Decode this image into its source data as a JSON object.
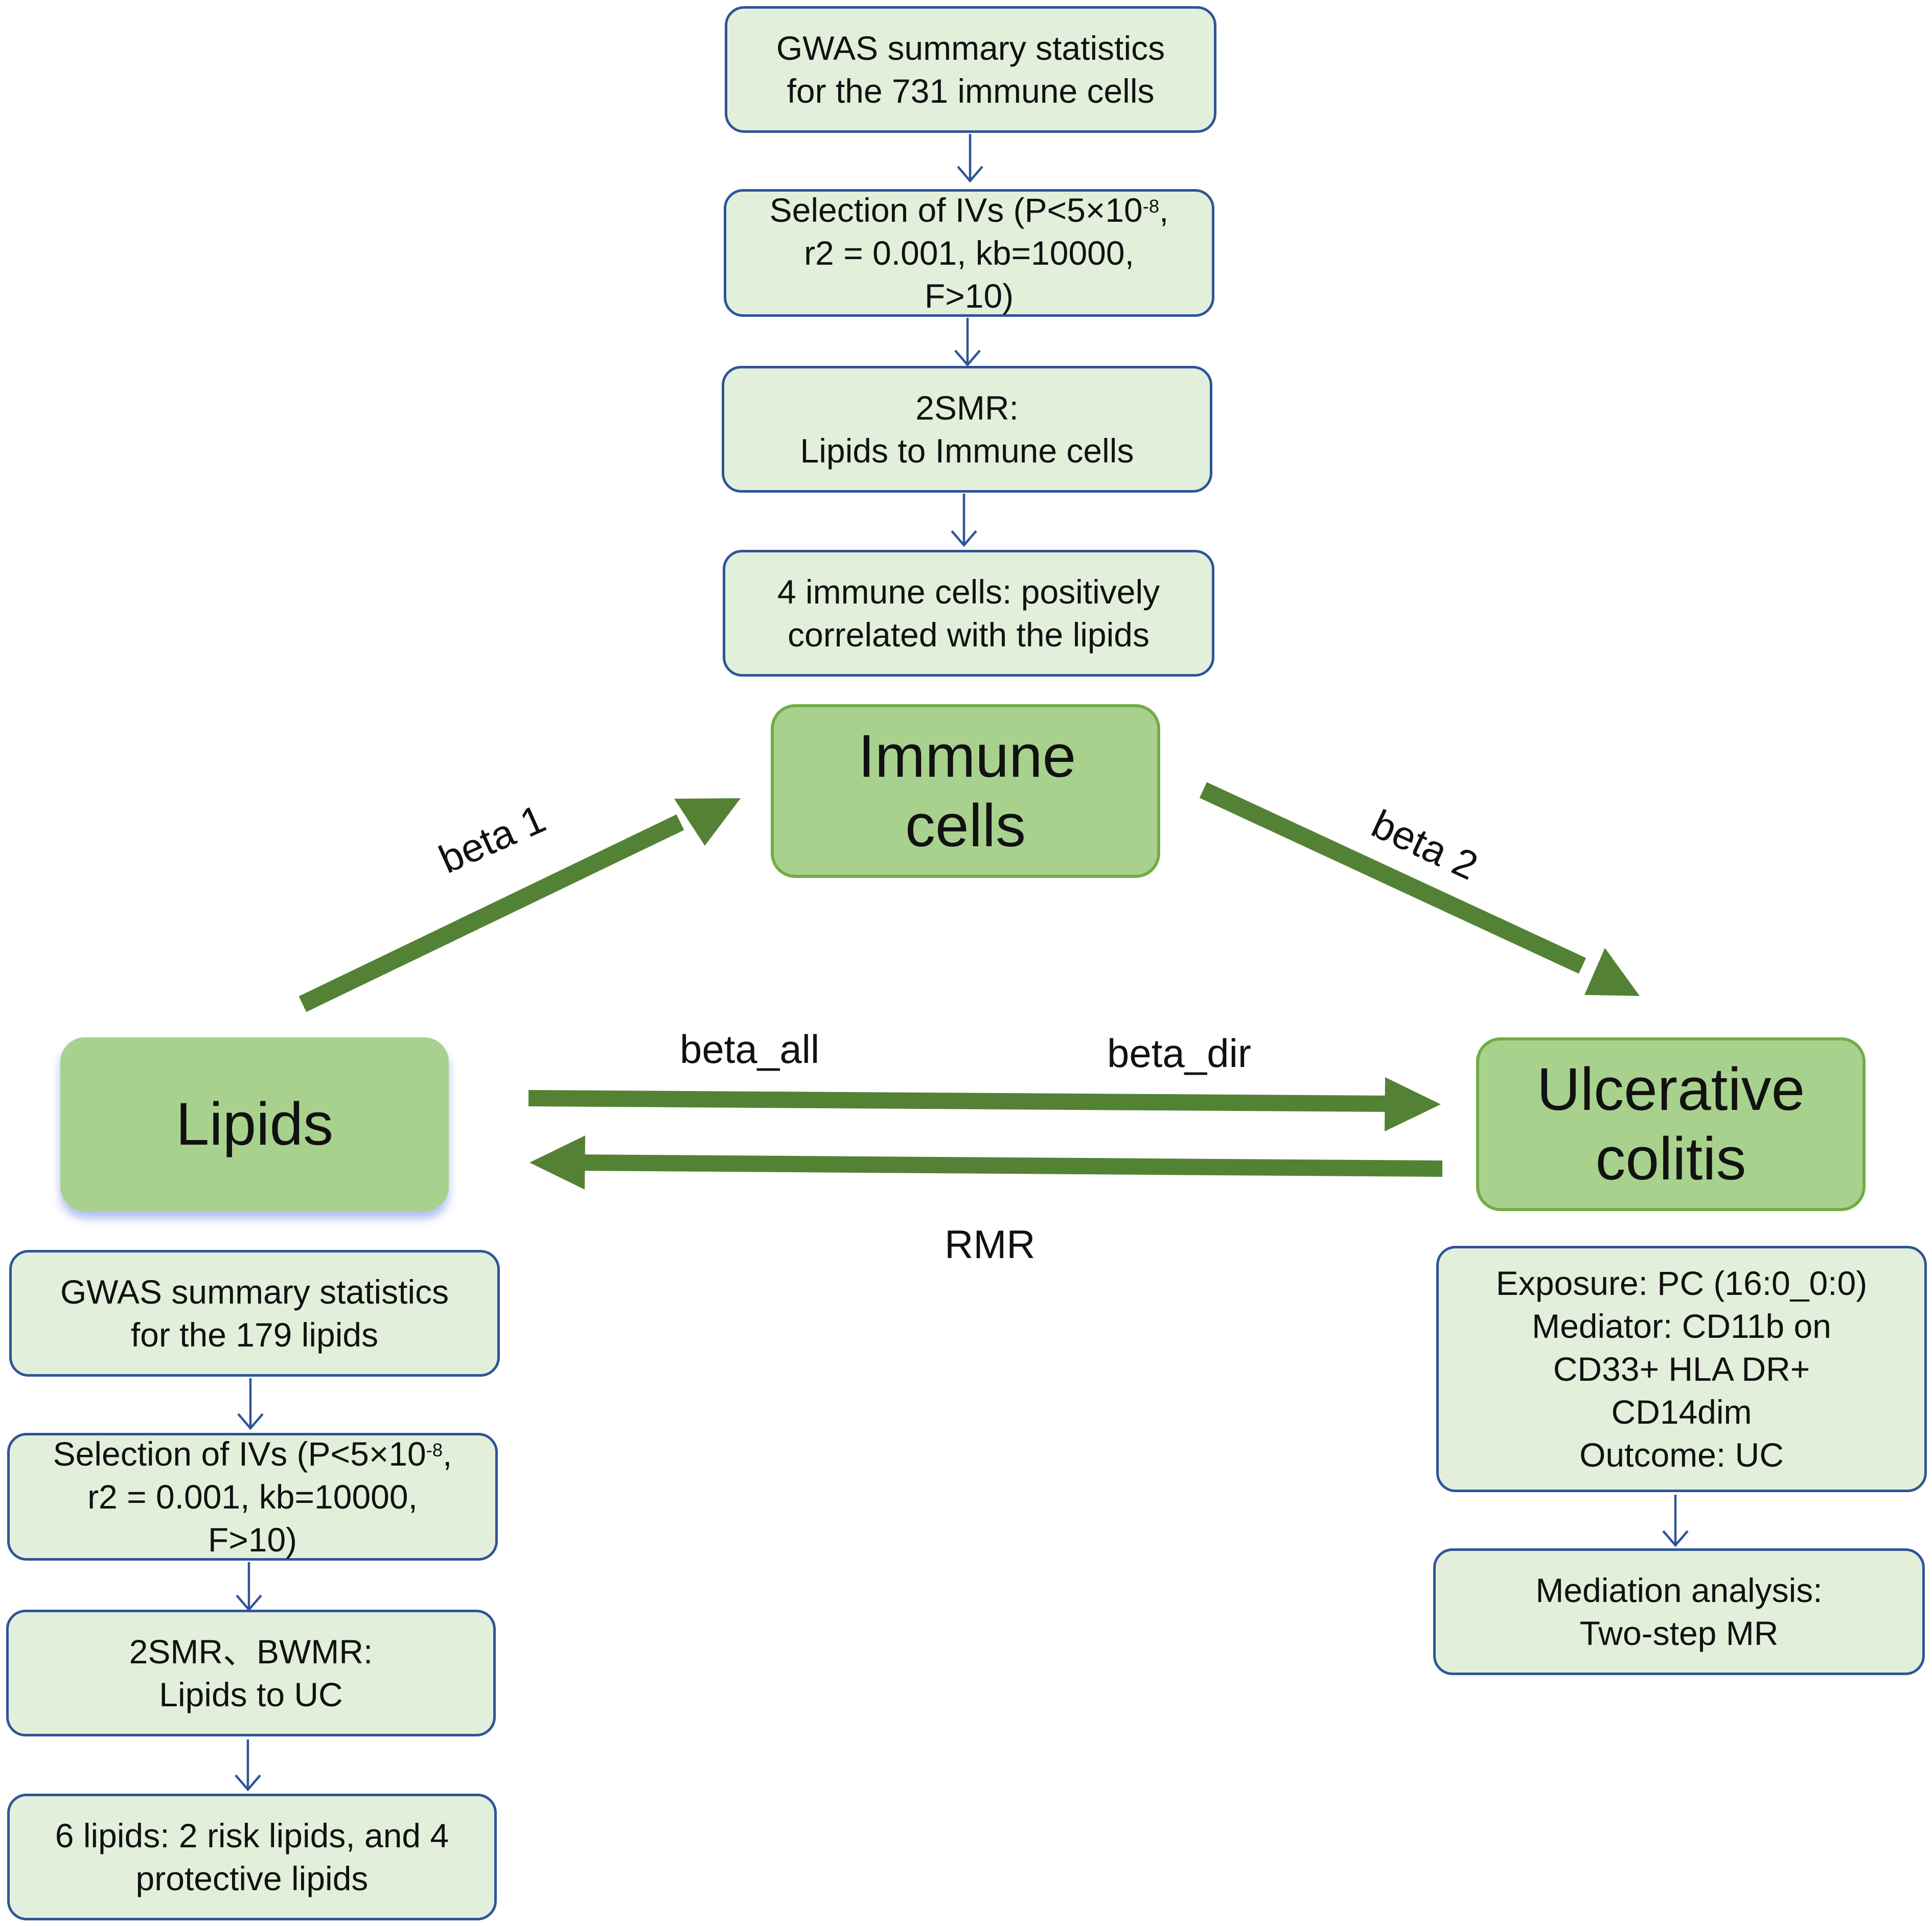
{
  "nodes": {
    "immune": "Immune cells",
    "lipids": "Lipids",
    "uc": "Ulcerative colitis"
  },
  "top_column": {
    "gwas": [
      "GWAS summary statistics",
      "for the 731 immune cells"
    ],
    "selection": {
      "line1_prefix": "Selection of IVs (P<5×10",
      "line1_sup": "-8",
      "line1_suffix": ",",
      "line2": "r2 = 0.001, kb=10000,",
      "line3": "F>10)"
    },
    "smr": [
      "2SMR:",
      "Lipids to Immune cells"
    ],
    "result": [
      "4 immune cells: positively",
      "correlated with the lipids"
    ]
  },
  "left_column": {
    "gwas": [
      "GWAS summary statistics",
      "for the 179 lipids"
    ],
    "selection": {
      "line1_prefix": "Selection of IVs (P<5×10",
      "line1_sup": "-8",
      "line1_suffix": ",",
      "line2": "r2 = 0.001, kb=10000,",
      "line3": "F>10)"
    },
    "smr": [
      "2SMR、BWMR:",
      "Lipids to UC"
    ],
    "result": [
      "6 lipids: 2 risk lipids, and 4",
      "protective lipids"
    ]
  },
  "right_column": {
    "exposure": "Exposure: PC (16:0_0:0)",
    "mediator": [
      "Mediator: CD11b on",
      "CD33+ HLA DR+",
      "CD14dim"
    ],
    "outcome": "Outcome: UC",
    "mediation": [
      "Mediation analysis:",
      "Two-step MR"
    ]
  },
  "edge_labels": {
    "beta1": "beta 1",
    "beta2": "beta 2",
    "beta_all": "beta_all",
    "beta_dir": "beta_dir",
    "rmr": "RMR"
  },
  "colors": {
    "box_fill": "#e2efda",
    "box_border": "#2f5597",
    "main_fill": "#a9d18e",
    "main_border": "#70ad47",
    "big_arrow": "#548235",
    "small_arrow": "#2f5597"
  }
}
